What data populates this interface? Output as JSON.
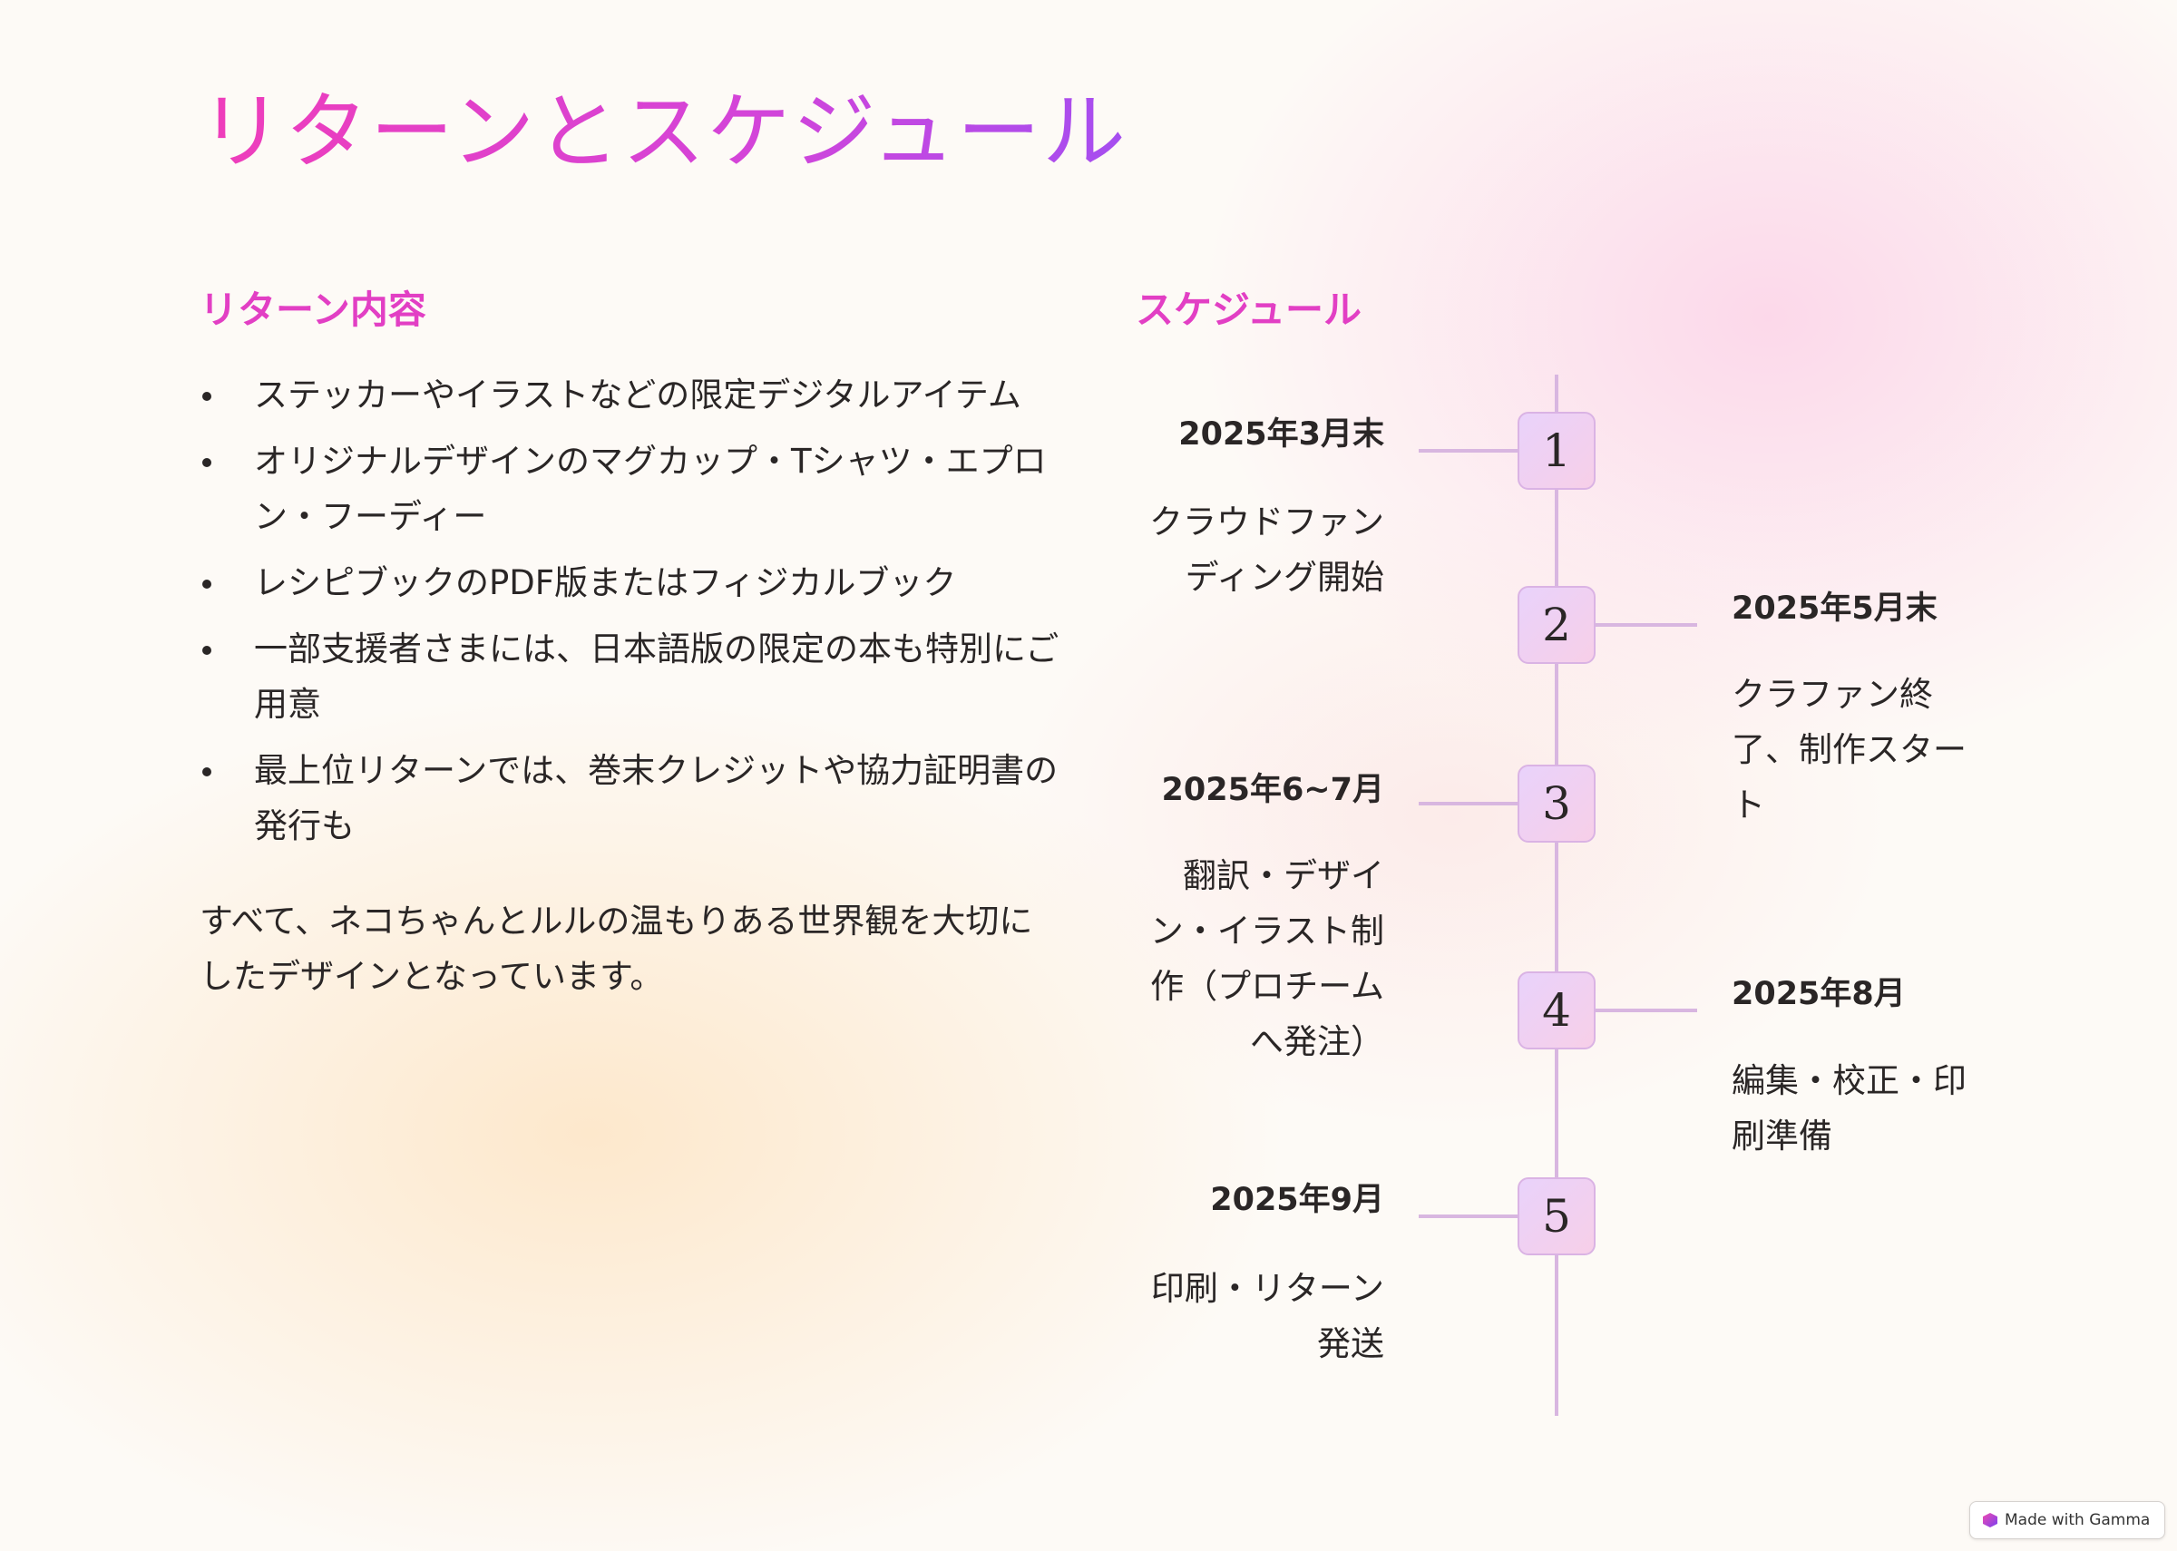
{
  "title": "リターンとスケジュール",
  "returns": {
    "heading": "リターン内容",
    "items": [
      "ステッカーやイラストなどの限定デジタルアイテム",
      "オリジナルデザインのマグカップ・Tシャツ・エプロン・フーディー",
      "レシピブックのPDF版またはフィジカルブック",
      "一部支援者さまには、日本語版の限定の本も特別にご用意",
      "最上位リターンでは、巻末クレジットや協力証明書の発行も"
    ],
    "note": "すべて、ネコちゃんとルルの温もりある世界観を大切にしたデザインとなっています。"
  },
  "schedule": {
    "heading": "スケジュール",
    "steps": [
      {
        "num": "1",
        "date": "2025年3月末",
        "desc": "クラウドファンディング開始"
      },
      {
        "num": "2",
        "date": "2025年5月末",
        "desc": "クラファン終了、制作スタート"
      },
      {
        "num": "3",
        "date": "2025年6~7月",
        "desc": "翻訳・デザイン・イラスト制作（プロチームへ発注）"
      },
      {
        "num": "4",
        "date": "2025年8月",
        "desc": "編集・校正・印刷準備"
      },
      {
        "num": "5",
        "date": "2025年9月",
        "desc": "印刷・リターン発送"
      }
    ]
  },
  "badge": {
    "label": "Made with Gamma"
  }
}
